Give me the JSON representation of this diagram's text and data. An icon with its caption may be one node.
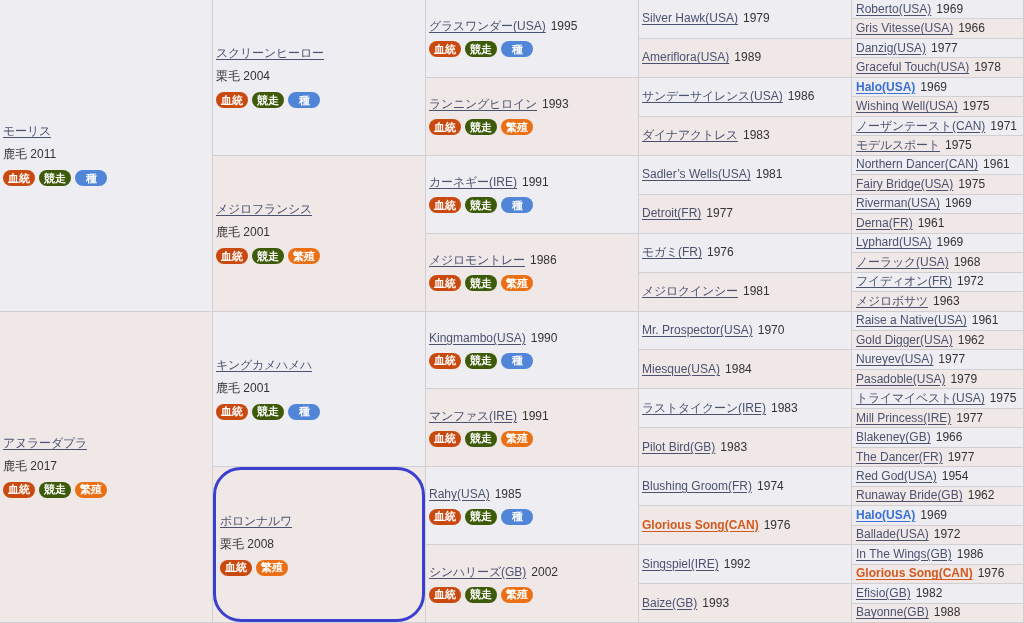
{
  "diagram": {
    "nodes": [
      {
        "text": [
          "モーリス",
          "鹿毛 2011"
        ]
      },
      {
        "text": [
          "血統"
        ],
        "in": 0
      },
      {
        "text": [
          "競走"
        ],
        "in": 0
      },
      {
        "text": [
          "種"
        ],
        "in": 0
      },
      {
        "text": [
          "スクリーンヒーロー",
          "栗毛 2004"
        ]
      },
      {
        "text": [
          "血統"
        ],
        "in": 4
      },
      {
        "text": [
          "競走"
        ],
        "in": 4
      },
      {
        "text": [
          "種"
        ],
        "in": 4
      },
      {
        "text": [
          "グラスワンダー(USA)",
          "1995"
        ]
      },
      {
        "text": [
          "血統"
        ],
        "in": 8
      },
      {
        "text": [
          "競走"
        ],
        "in": 8
      },
      {
        "text": [
          "種"
        ],
        "in": 8
      },
      {
        "text": [
          "Silver Hawk(USA)",
          "1979"
        ]
      },
      {
        "text": [
          "Roberto(USA)",
          "1969"
        ]
      },
      {
        "text": [
          "Gris Vitesse(USA)",
          "1966"
        ]
      },
      {
        "text": [
          "Ameriflora(USA)",
          "1989"
        ]
      },
      {
        "text": [
          "Danzig(USA)",
          "1977"
        ]
      },
      {
        "text": [
          "Graceful Touch(USA)",
          "1978"
        ]
      },
      {
        "text": [
          "ランニングヒロイン",
          "1993"
        ]
      },
      {
        "text": [
          "血統"
        ],
        "in": 18
      },
      {
        "text": [
          "競走"
        ],
        "in": 18
      },
      {
        "text": [
          "繁殖"
        ],
        "in": 18
      },
      {
        "text": [
          "サンデーサイレンス(USA)",
          "1986"
        ]
      },
      {
        "text": [
          "Halo(USA)",
          "1969"
        ]
      },
      {
        "text": [
          "Wishing Well(USA)",
          "1975"
        ]
      },
      {
        "text": [
          "ダイナアクトレス",
          "1983"
        ]
      },
      {
        "text": [
          "ノーザンテースト(CAN)",
          "1971"
        ]
      },
      {
        "text": [
          "モデルスポート",
          "1975"
        ]
      },
      {
        "text": [
          "メジロフランシス",
          "鹿毛 2001"
        ]
      },
      {
        "text": [
          "血統"
        ],
        "in": 28
      },
      {
        "text": [
          "競走"
        ],
        "in": 28
      },
      {
        "text": [
          "繁殖"
        ],
        "in": 28
      },
      {
        "text": [
          "カーネギー(IRE)",
          "1991"
        ]
      },
      {
        "text": [
          "血統"
        ],
        "in": 32
      },
      {
        "text": [
          "競走"
        ],
        "in": 32
      },
      {
        "text": [
          "種"
        ],
        "in": 32
      },
      {
        "text": [
          "Sadler’s Wells(USA)",
          "1981"
        ]
      },
      {
        "text": [
          "Northern Dancer(CAN)",
          "1961"
        ]
      },
      {
        "text": [
          "Fairy Bridge(USA)",
          "1975"
        ]
      },
      {
        "text": [
          "Detroit(FR)",
          "1977"
        ]
      },
      {
        "text": [
          "Riverman(USA)",
          "1969"
        ]
      },
      {
        "text": [
          "Derna(FR)",
          "1961"
        ]
      },
      {
        "text": [
          "メジロモントレー",
          "1986"
        ]
      },
      {
        "text": [
          "血統"
        ],
        "in": 42
      },
      {
        "text": [
          "競走"
        ],
        "in": 42
      },
      {
        "text": [
          "繁殖"
        ],
        "in": 42
      },
      {
        "text": [
          "モガミ(FR)",
          "1976"
        ]
      },
      {
        "text": [
          "Lyphard(USA)",
          "1969"
        ]
      },
      {
        "text": [
          "ノーラック(USA)",
          "1968"
        ]
      },
      {
        "text": [
          "メジロクインシー",
          "1981"
        ]
      },
      {
        "text": [
          "フイディオン(FR)",
          "1972"
        ]
      },
      {
        "text": [
          "メジロボサツ",
          "1963"
        ]
      },
      {
        "text": [
          "アヌラーダプラ",
          "鹿毛 2017"
        ]
      },
      {
        "text": [
          "血統"
        ],
        "in": 52
      },
      {
        "text": [
          "競走"
        ],
        "in": 52
      },
      {
        "text": [
          "繁殖"
        ],
        "in": 52
      },
      {
        "text": [
          "キングカメハメハ",
          "鹿毛 2001"
        ]
      },
      {
        "text": [
          "血統"
        ],
        "in": 56
      },
      {
        "text": [
          "競走"
        ],
        "in": 56
      },
      {
        "text": [
          "種"
        ],
        "in": 56
      },
      {
        "text": [
          "Kingmambo(USA)",
          "1990"
        ]
      },
      {
        "text": [
          "血統"
        ],
        "in": 60
      },
      {
        "text": [
          "競走"
        ],
        "in": 60
      },
      {
        "text": [
          "種"
        ],
        "in": 60
      },
      {
        "text": [
          "Mr. Prospector(USA)",
          "1970"
        ]
      },
      {
        "text": [
          "Raise a Native(USA)",
          "1961"
        ]
      },
      {
        "text": [
          "Gold Digger(USA)",
          "1962"
        ]
      },
      {
        "text": [
          "Miesque(USA)",
          "1984"
        ]
      },
      {
        "text": [
          "Nureyev(USA)",
          "1977"
        ]
      },
      {
        "text": [
          "Pasadoble(USA)",
          "1979"
        ]
      },
      {
        "text": [
          "マンファス(IRE)",
          "1991"
        ]
      },
      {
        "text": [
          "血統"
        ],
        "in": 70
      },
      {
        "text": [
          "競走"
        ],
        "in": 70
      },
      {
        "text": [
          "繁殖"
        ],
        "in": 70
      },
      {
        "text": [
          "ラストタイクーン(IRE)",
          "1983"
        ]
      },
      {
        "text": [
          "トライマイベスト(USA)",
          "1975"
        ]
      },
      {
        "text": [
          "Mill Princess(IRE)",
          "1977"
        ]
      },
      {
        "text": [
          "Pilot Bird(GB)",
          "1983"
        ]
      },
      {
        "text": [
          "Blakeney(GB)",
          "1966"
        ]
      },
      {
        "text": [
          "The Dancer(FR)",
          "1977"
        ]
      },
      {
        "text": [],
        "shape": "box"
      },
      {
        "text": [
          "ボロンナルワ",
          "栗毛 2008"
        ],
        "in": 80
      },
      {
        "text": [
          "血統"
        ],
        "in": 81
      },
      {
        "text": [
          "繁殖"
        ],
        "in": 81
      },
      {
        "text": [
          "Rahy(USA)",
          "1985"
        ]
      },
      {
        "text": [
          "血統"
        ],
        "in": 84
      },
      {
        "text": [
          "競走"
        ],
        "in": 84
      },
      {
        "text": [
          "種"
        ],
        "in": 84
      },
      {
        "text": [
          "Blushing Groom(FR)",
          "1974"
        ]
      },
      {
        "text": [
          "Red God(USA)",
          "1954"
        ]
      },
      {
        "text": [
          "Runaway Bride(GB)",
          "1962"
        ]
      },
      {
        "text": [
          "Glorious Song(CAN)",
          "1976"
        ]
      },
      {
        "text": [
          "Halo(USA)",
          "1969"
        ]
      },
      {
        "text": [
          "Ballade(USA)",
          "1972"
        ]
      },
      {
        "text": [
          "シンハリーズ(GB)",
          "2002"
        ]
      },
      {
        "text": [
          "血統"
        ],
        "in": 94
      },
      {
        "text": [
          "競走"
        ],
        "in": 94
      },
      {
        "text": [
          "繁殖"
        ],
        "in": 94
      },
      {
        "text": [
          "Singspiel(IRE)",
          "1992"
        ]
      },
      {
        "text": [
          "In The Wings(GB)",
          "1986"
        ]
      },
      {
        "text": [
          "Glorious Song(CAN)",
          "1976"
        ]
      },
      {
        "text": [
          "Baize(GB)",
          "1993"
        ]
      },
      {
        "text": [
          "Efisio(GB)",
          "1982"
        ]
      },
      {
        "text": [
          "Bayonne(GB)",
          "1988"
        ]
      }
    ]
  }
}
